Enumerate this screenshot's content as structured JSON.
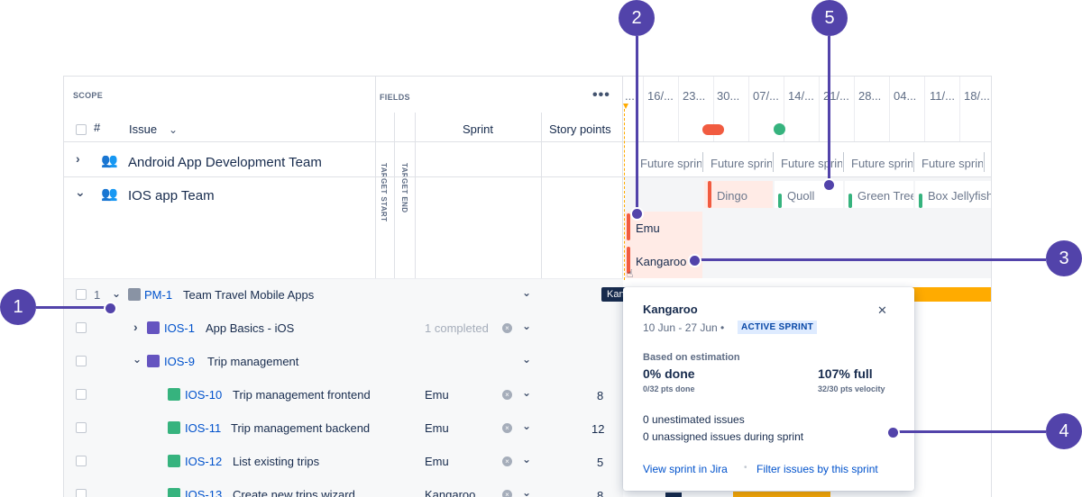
{
  "header": {
    "scope": "SCOPE",
    "fields": "FIELDS",
    "more": "•••",
    "hash": "#",
    "issue": "Issue",
    "sprint": "Sprint",
    "story_points": "Story points",
    "target_start": "TARGET START",
    "target_end": "TARGET END"
  },
  "timeline": {
    "ticks": [
      "...",
      "16/...",
      "23...",
      "30...",
      "07/...",
      "14/...",
      "21/...",
      "28...",
      "04...",
      "11/...",
      "18/..."
    ],
    "android_sprints": [
      "Future sprint",
      "Future sprint",
      "Future sprint",
      "Future sprint",
      "Future sprint"
    ],
    "ios_sprints": [
      "Dingo",
      "Quoll",
      "Green Tree",
      "Box Jellyfish"
    ],
    "sub_sprints": [
      "Emu",
      "Kangaroo"
    ]
  },
  "teams": [
    {
      "name": "Android App Development Team"
    },
    {
      "name": "IOS app Team"
    }
  ],
  "rows": [
    {
      "num": "1",
      "key": "PM-1",
      "title": "Team Travel Mobile Apps",
      "sprint": "",
      "points": ""
    },
    {
      "key": "IOS-1",
      "title": "App Basics - iOS",
      "sprint": "1 completed",
      "points": ""
    },
    {
      "key": "IOS-9",
      "title": "Trip management",
      "sprint": "",
      "points": ""
    },
    {
      "key": "IOS-10",
      "title": "Trip management frontend",
      "sprint": "Emu",
      "points": "8"
    },
    {
      "key": "IOS-11",
      "title": "Trip management backend",
      "sprint": "Emu",
      "points": "12"
    },
    {
      "key": "IOS-12",
      "title": "List existing trips",
      "sprint": "Emu",
      "points": "5"
    },
    {
      "key": "IOS-13",
      "title": "Create new trips wizard",
      "sprint": "Kangaroo",
      "points": "8"
    }
  ],
  "tooltip": "Kangaroo",
  "popup": {
    "title": "Kangaroo",
    "dates": "10 Jun - 27 Jun •",
    "badge": "ACTIVE SPRINT",
    "based_on": "Based on estimation",
    "done_pct": "0% done",
    "done_sub": "0/32 pts done",
    "full_pct": "107% full",
    "full_sub": "32/30 pts velocity",
    "unestimated": "0 unestimated issues",
    "unassigned": "0 unassigned issues during sprint",
    "link_view": "View sprint in Jira",
    "link_sep": "•",
    "link_filter": "Filter issues by this sprint",
    "close": "✕"
  },
  "callouts": [
    "1",
    "2",
    "3",
    "4",
    "5"
  ],
  "colors": {
    "accent": "#5243aa",
    "red": "#f15b40",
    "green": "#36b37e",
    "orange": "#ffab00",
    "link": "#0052cc"
  }
}
